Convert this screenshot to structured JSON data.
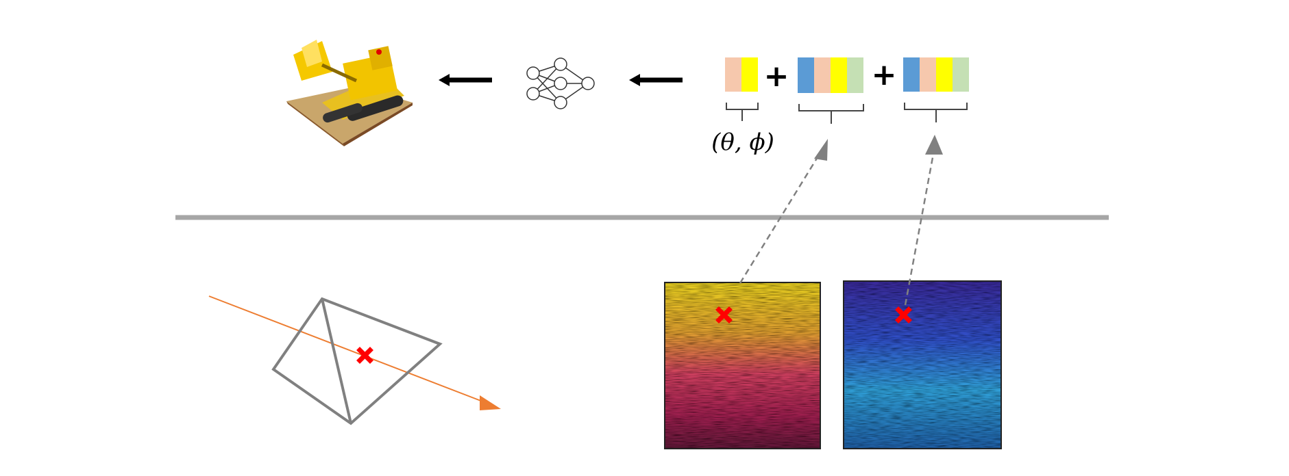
{
  "diagram": {
    "title": "",
    "view_direction_label": "(θ, ϕ)",
    "operators": [
      "+",
      "+"
    ],
    "colors": {
      "peach": "#f6c8ad",
      "yellow": "#ffff00",
      "blue": "#5b9bd5",
      "green": "#c5e0b4",
      "divider": "#a6a6a6",
      "ray": "#ed7d31",
      "marker": "#ff0000",
      "mesh": "#808080",
      "arrow": "#808080"
    },
    "feature_blocks": [
      {
        "name": "view-direction-encoding",
        "colors": [
          "peach",
          "yellow"
        ]
      },
      {
        "name": "feature-vector-1",
        "colors": [
          "blue",
          "peach",
          "yellow",
          "green"
        ]
      },
      {
        "name": "feature-vector-2",
        "colors": [
          "blue",
          "peach",
          "yellow",
          "green"
        ]
      }
    ],
    "icons": [
      "lego-bulldozer-render-icon",
      "neural-network-icon",
      "arrow-left-icon",
      "triangle-mesh-icon",
      "ray-arrow-icon",
      "intersection-marker-icon",
      "feature-texture-map-icon"
    ]
  }
}
